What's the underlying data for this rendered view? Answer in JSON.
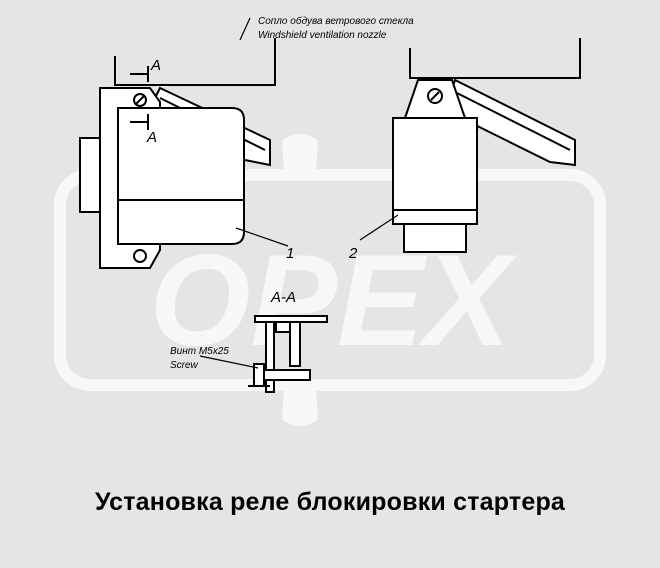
{
  "labels": {
    "nozzle_ru": "Сопло обдува ветрового стекла",
    "nozzle_en": "Windshield ventilation nozzle",
    "section_mark_top": "A",
    "section_mark_bottom": "A",
    "item_1": "1",
    "item_2": "2",
    "section_title": "A-A",
    "screw_ru": "Винт M5x25",
    "screw_en": "Screw"
  },
  "watermark": {
    "text": "OPEX"
  },
  "caption": "Установка реле блокировки стартера",
  "colors": {
    "background": "#e5e5e5",
    "watermark": "#f7f7f7",
    "line": "#000000",
    "fill": "#ffffff"
  }
}
